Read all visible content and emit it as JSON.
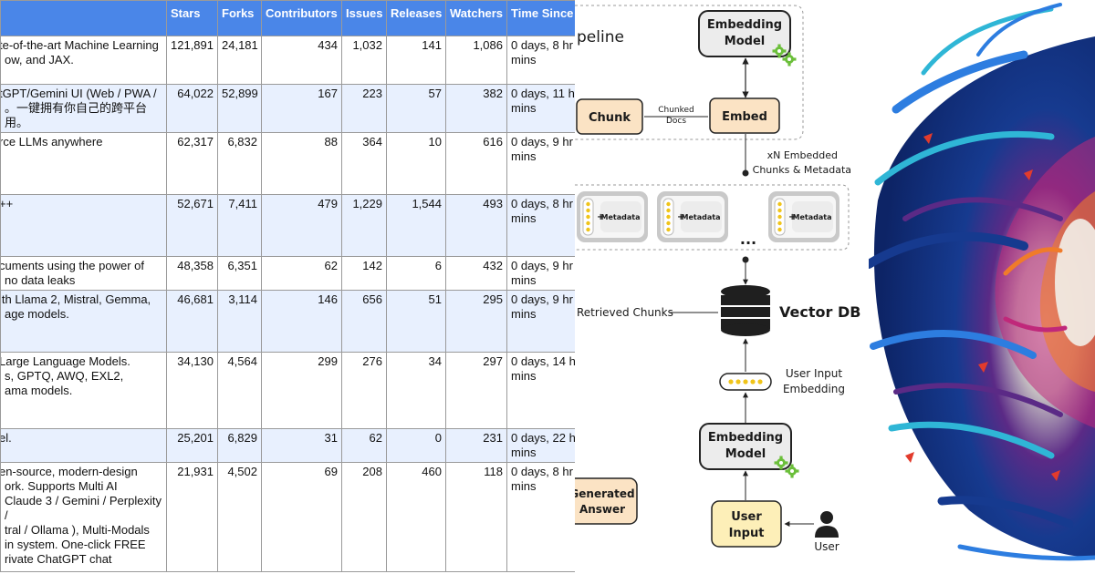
{
  "table": {
    "headers": [
      "",
      "Stars",
      "Forks",
      "Contributors",
      "Issues",
      "Releases",
      "Watchers",
      "Time Since Commit"
    ],
    "rows": [
      {
        "desc": "te-of-the-art Machine Learning\now, and JAX.",
        "stars": "121,891",
        "forks": "24,181",
        "contributors": "434",
        "issues": "1,032",
        "releases": "141",
        "watchers": "1,086",
        "commit": "0 days, 8 hr\nmins"
      },
      {
        "desc": "tGPT/Gemini UI (Web / PWA /\n。一键拥有你自己的跨平台\n用。",
        "stars": "64,022",
        "forks": "52,899",
        "contributors": "167",
        "issues": "223",
        "releases": "57",
        "watchers": "382",
        "commit": "0 days, 11 h\nmins"
      },
      {
        "desc": "rce LLMs anywhere",
        "stars": "62,317",
        "forks": "6,832",
        "contributors": "88",
        "issues": "364",
        "releases": "10",
        "watchers": "616",
        "commit": "0 days, 9 hr\nmins"
      },
      {
        "desc": "++",
        "stars": "52,671",
        "forks": "7,411",
        "contributors": "479",
        "issues": "1,229",
        "releases": "1,544",
        "watchers": "493",
        "commit": "0 days, 8 hr\nmins"
      },
      {
        "desc": "cuments using the power of\nno data leaks",
        "stars": "48,358",
        "forks": "6,351",
        "contributors": "62",
        "issues": "142",
        "releases": "6",
        "watchers": "432",
        "commit": "0 days, 9 hr\nmins"
      },
      {
        "desc": "ith Llama 2, Mistral, Gemma,\nage models.",
        "stars": "46,681",
        "forks": "3,114",
        "contributors": "146",
        "issues": "656",
        "releases": "51",
        "watchers": "295",
        "commit": "0 days, 9 hr\nmins"
      },
      {
        "desc": "Large Language Models.\ns, GPTQ, AWQ, EXL2,\nama models.",
        "stars": "34,130",
        "forks": "4,564",
        "contributors": "299",
        "issues": "276",
        "releases": "34",
        "watchers": "297",
        "commit": "0 days, 14 h\nmins"
      },
      {
        "desc": "el.",
        "stars": "25,201",
        "forks": "6,829",
        "contributors": "31",
        "issues": "62",
        "releases": "0",
        "watchers": "231",
        "commit": "0 days, 22 h\nmins"
      },
      {
        "desc": "en-source, modern-design\nork. Supports Multi AI\nClaude 3 / Gemini / Perplexity /\ntral / Ollama ), Multi-Modals\nin system. One-click FREE\nrivate ChatGPT chat",
        "stars": "21,931",
        "forks": "4,502",
        "contributors": "69",
        "issues": "208",
        "releases": "460",
        "watchers": "118",
        "commit": "0 days, 8 hr\nmins"
      }
    ]
  },
  "diagram": {
    "pipeline_title": "peline",
    "embedding_model_top": [
      "Embedding",
      "Model"
    ],
    "chunk": "Chunk",
    "chunked_docs": [
      "Chunked",
      "Docs"
    ],
    "embed": "Embed",
    "embedded_note": [
      "xN Embedded",
      "Chunks & Metadata"
    ],
    "metadata": "Metadata",
    "plus": "+",
    "ellipsis": "...",
    "retrieved_chunks": "Retrieved Chunks",
    "vector_db": "Vector DB",
    "user_input_embedding": [
      "User Input",
      "Embedding"
    ],
    "embedding_model_bottom": [
      "Embedding",
      "Model"
    ],
    "generated_answer": [
      "Generated",
      "Answer"
    ],
    "user_input": [
      "User",
      "Input"
    ],
    "user": "User",
    "colors": {
      "box_peach": "#fbe3c4",
      "box_yellow": "#fdefb8",
      "box_gray": "#ececec",
      "dot_yellow": "#f0c419",
      "gear_green": "#6bbf3a"
    }
  },
  "artwork": {
    "colors": {
      "deep_blue": "#163a8f",
      "bright_blue": "#2d7de0",
      "cyan": "#2fb6d6",
      "magenta": "#c0287a",
      "orange": "#f07b2a",
      "purple": "#5b2a86"
    }
  }
}
